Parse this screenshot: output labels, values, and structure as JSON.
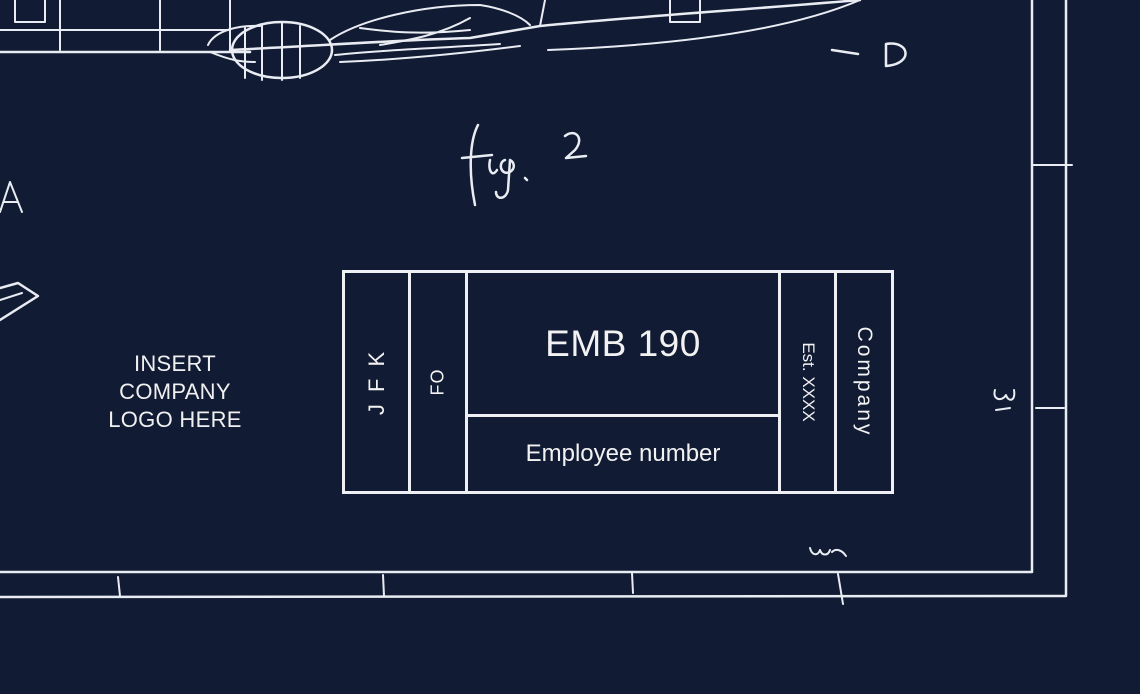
{
  "annotations": {
    "figure_label": "fig. 2",
    "letter_a": "A",
    "letter_d": "-D",
    "mark_w": "w",
    "mark_wa": "wa"
  },
  "logo_placeholder": "INSERT\nCOMPANY\nLOGO HERE",
  "title_block": {
    "airport": "J F K",
    "position": "FO",
    "aircraft": "EMB 190",
    "employee": "Employee number",
    "established": "Est. XXXX",
    "company": "Company"
  },
  "colors": {
    "background": "#111b33",
    "lines": "#eef0f4"
  }
}
